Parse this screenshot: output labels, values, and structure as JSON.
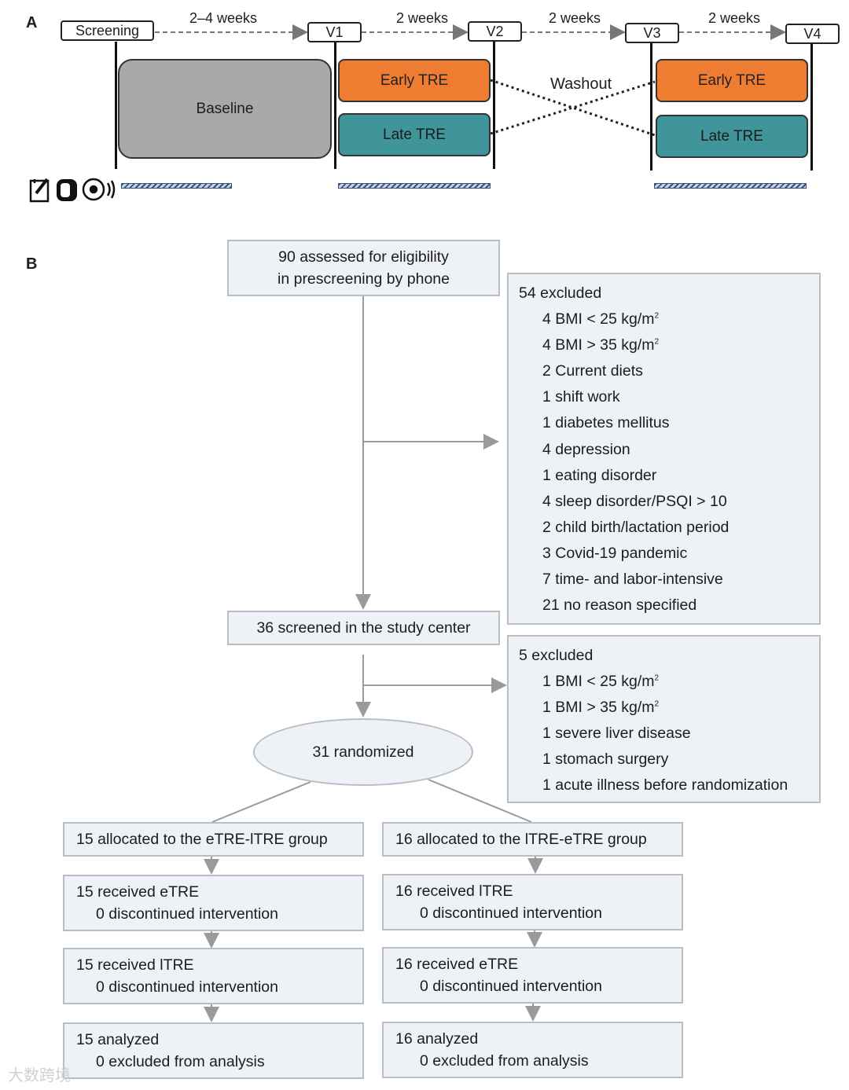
{
  "panel_a": {
    "label": "A",
    "visits": [
      "Screening",
      "V1",
      "V2",
      "V3",
      "V4"
    ],
    "intervals": [
      "2–4 weeks",
      "2 weeks",
      "2 weeks",
      "2 weeks"
    ],
    "phases": {
      "baseline": "Baseline",
      "early": "Early TRE",
      "late": "Late TRE",
      "washout": "Washout"
    },
    "colors": {
      "baseline": "#a9a9a9",
      "early": "#ee7d31",
      "late": "#3f9599"
    },
    "icons": [
      "diary-icon",
      "wearable-icon",
      "sensor-icon"
    ]
  },
  "panel_b": {
    "label": "B",
    "assessed": [
      "90 assessed for eligibility",
      "in prescreening by phone"
    ],
    "excluded1": {
      "title": "54 excluded",
      "items": [
        {
          "text": "4 BMI < 25 kg/m",
          "sup": "2"
        },
        {
          "text": "4 BMI > 35 kg/m",
          "sup": "2"
        },
        {
          "text": "2 Current diets",
          "sup": ""
        },
        {
          "text": "1 shift work",
          "sup": ""
        },
        {
          "text": "1 diabetes mellitus",
          "sup": ""
        },
        {
          "text": "4 depression",
          "sup": ""
        },
        {
          "text": "1 eating disorder",
          "sup": ""
        },
        {
          "text": "4 sleep disorder/PSQI > 10",
          "sup": ""
        },
        {
          "text": "2 child birth/lactation period",
          "sup": ""
        },
        {
          "text": "3 Covid-19 pandemic",
          "sup": ""
        },
        {
          "text": "7 time- and labor-intensive",
          "sup": ""
        },
        {
          "text": "21 no reason specified",
          "sup": ""
        }
      ]
    },
    "screened": "36 screened in the study center",
    "excluded2": {
      "title": "5 excluded",
      "items": [
        {
          "text": "1 BMI < 25 kg/m",
          "sup": "2"
        },
        {
          "text": "1 BMI > 35 kg/m",
          "sup": "2"
        },
        {
          "text": "1 severe liver disease",
          "sup": ""
        },
        {
          "text": "1 stomach surgery",
          "sup": ""
        },
        {
          "text": "1 acute illness before randomization",
          "sup": ""
        }
      ]
    },
    "randomized": "31 randomized",
    "left": {
      "allocated": "15 allocated to the eTRE-lTRE group",
      "first": [
        "15 received eTRE",
        "0 discontinued intervention"
      ],
      "second": [
        "15 received lTRE",
        "0 discontinued intervention"
      ],
      "analyzed": [
        "15 analyzed",
        "0 excluded from analysis"
      ]
    },
    "right": {
      "allocated": "16 allocated to the lTRE-eTRE group",
      "first": [
        "16 received lTRE",
        "0 discontinued intervention"
      ],
      "second": [
        "16 received eTRE",
        "0 discontinued intervention"
      ],
      "analyzed": [
        "16 analyzed",
        "0 excluded from analysis"
      ]
    }
  },
  "watermark": "大数跨境"
}
